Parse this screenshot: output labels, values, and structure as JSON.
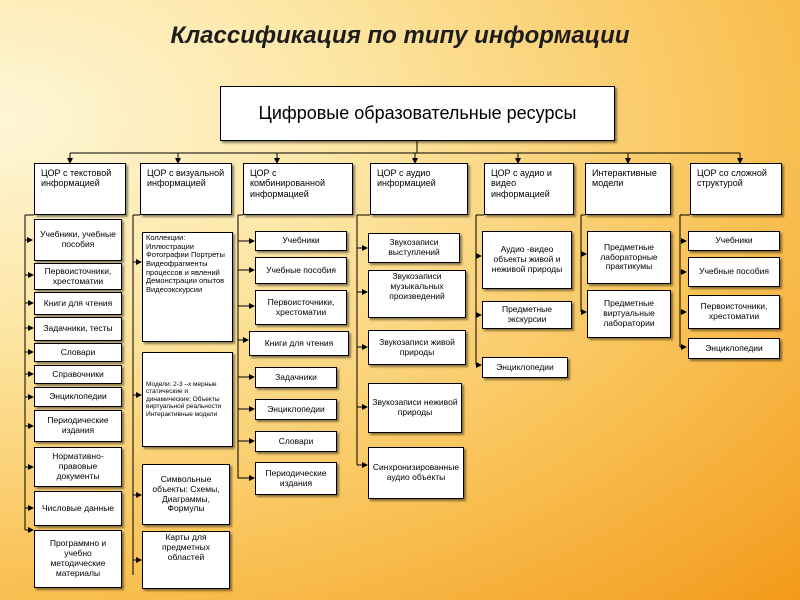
{
  "title": "Классификация по типу информации",
  "root": "Цифровые образовательные ресурсы",
  "categories": [
    {
      "label": "ЦОР с текстовой информацией"
    },
    {
      "label": "ЦОР с визуальной информацией"
    },
    {
      "label": "ЦОР с комбинированной информацией"
    },
    {
      "label": "ЦОР с аудио информацией"
    },
    {
      "label": "ЦОР с аудио и видео информацией"
    },
    {
      "label": "Интерактивные модели"
    },
    {
      "label": "ЦОР со сложной структурой"
    }
  ],
  "col1": [
    "Учебники, учебные пособия",
    "Первоисточники, хрестоматии",
    "Книги для чтения",
    "Задачники, тесты",
    "Словари",
    "Справочники",
    "Энциклопедии",
    "Периодические издания",
    "Нормативно-правовые документы",
    "Числовые данные",
    "Программно и учебно методические материалы"
  ],
  "col2": [
    "Коллекции: Иллюстрации Фотографии Портреты Видеофрагменты процессов и явлений Демонстрации опытов Видеоэкскурсии",
    "Модели: 2-3 –х мерные статические и динамические; Объекты виртуальной реальности Интерактивные модели",
    "Символьные объекты: Схемы, Диаграммы, Формулы",
    "Карты для предметных областей"
  ],
  "col3": [
    "Учебники",
    "Учебные пособия",
    "Первоисточники, хрестоматии",
    "Книги для чтения",
    "Задачники",
    "Энциклопедии",
    "Словари",
    "Периодические издания"
  ],
  "col4": [
    "Звукозаписи выступлений",
    "Звукозаписи музыкальных произведений",
    "Звукозаписи живой природы",
    "Звукозаписи неживой природы",
    "Синхронизированные аудио объекты"
  ],
  "col5": [
    "Аудио -видео объекты живой и неживой природы",
    "Предметные экскурсии",
    "Энциклопедии"
  ],
  "col6": [
    "Предметные лабораторные практикумы",
    "Предметные виртуальные лаборатории"
  ],
  "col7": [
    "Учебники",
    "Учебные пособия",
    "Первоисточники, хрестоматии",
    "Энциклопедии"
  ]
}
